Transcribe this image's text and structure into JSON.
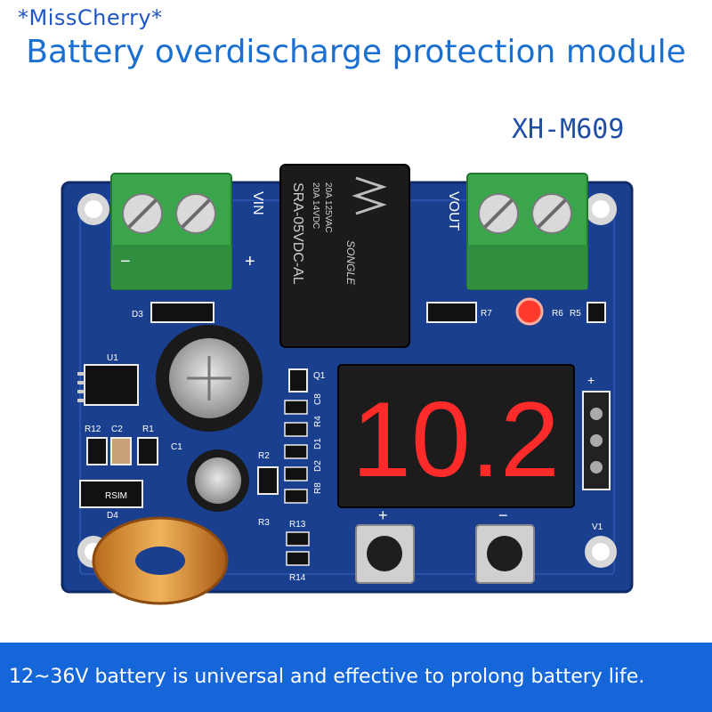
{
  "brand": {
    "watermark": "*MissCherry*"
  },
  "product": {
    "title": "Battery overdischarge protection module",
    "model": "XH-M609"
  },
  "board": {
    "display_reading": "10.2",
    "relay_lines": [
      "SRA-05VDC-AL",
      "20A 14VDC",
      "20A 125VAC"
    ],
    "relay_brand": "SONGLE",
    "terminal_labels": {
      "input": "VIN",
      "output": "VOUT"
    },
    "component_labels": [
      "D3",
      "U1",
      "R12",
      "C2",
      "R1",
      "C1",
      "R2",
      "D4",
      "R3",
      "R13",
      "R14",
      "Q1",
      "R7",
      "R6",
      "R5",
      "C8",
      "R4",
      "D1",
      "D2",
      "R8",
      "V1",
      "RSIM"
    ],
    "button_labels": [
      "+",
      "−"
    ]
  },
  "footer": {
    "text": "12~36V battery is universal and effective to prolong battery life."
  },
  "colors": {
    "title_blue": "#1a6fd0",
    "pcb_blue": "#1b3f8f",
    "terminal_green": "#3aa54a",
    "segment_red": "#ff2b2b",
    "footer_blue": "#1566d8"
  }
}
